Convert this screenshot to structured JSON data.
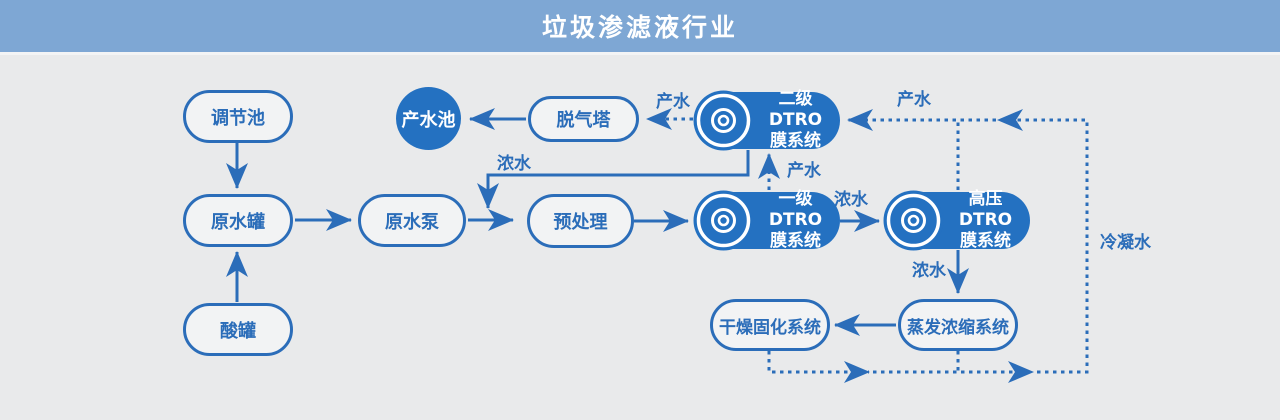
{
  "header": {
    "title": "垃圾渗滤液行业"
  },
  "colors": {
    "header_bg": "#7ea7d4",
    "canvas_bg": "#e9eaeb",
    "accent_stroke": "#2b6db9",
    "accent_fill": "#2471c1",
    "node_fill": "#f2f3f4",
    "text_on_fill": "#ffffff"
  },
  "nodes": {
    "regulation_pool": {
      "label": "调节池"
    },
    "raw_water_tank": {
      "label": "原水罐"
    },
    "acid_tank": {
      "label": "酸罐"
    },
    "raw_water_pump": {
      "label": "原水泵"
    },
    "pretreatment": {
      "label": "预处理"
    },
    "degassing_tower": {
      "label": "脱气塔"
    },
    "product_water_pool": {
      "label": "产水池"
    },
    "stage2_dtro": {
      "label": "二级DTRO\n膜系统",
      "icon": "membrane-disc-icon"
    },
    "stage1_dtro": {
      "label": "一级DTRO\n膜系统",
      "icon": "membrane-disc-icon"
    },
    "high_pressure_dtro": {
      "label": "高压DTRO\n膜系统",
      "icon": "membrane-disc-icon"
    },
    "evaporation_concentration": {
      "label": "蒸发浓缩系统"
    },
    "drying_solidification": {
      "label": "干燥固化系统"
    }
  },
  "flow_labels": {
    "product_water_to_degasser": "产水",
    "product_water_condensate_top": "产水",
    "concentrate_recycle": "浓水",
    "product_water_stage1_to_2": "产水",
    "concentrate_to_high_pressure": "浓水",
    "concentrate_to_evaporator": "浓水",
    "condensate_water": "冷凝水"
  }
}
